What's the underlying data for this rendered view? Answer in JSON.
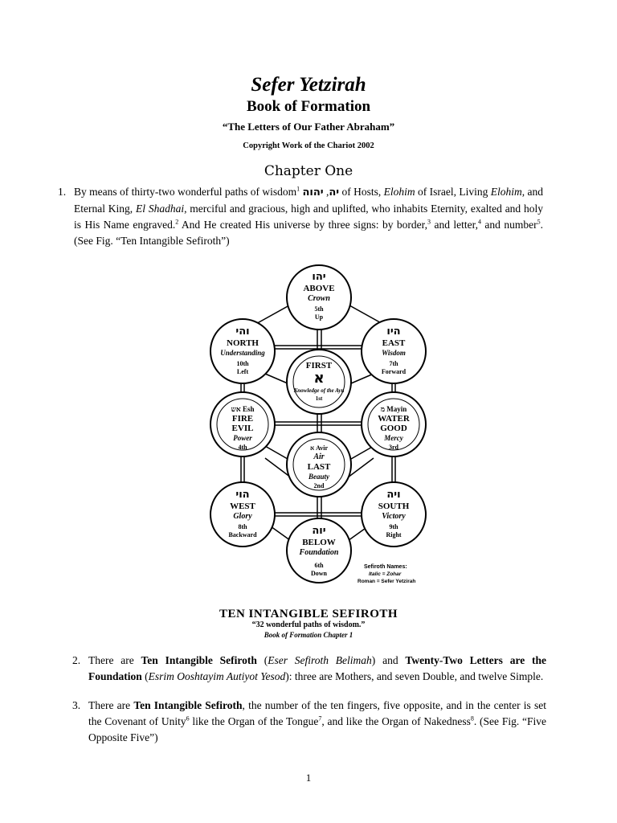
{
  "header": {
    "title": "Sefer Yetzirah",
    "subtitle": "Book of Formation",
    "quote": "“The Letters of Our Father Abraham”",
    "copyright": "Copyright Work of the Chariot 2002",
    "chapter": "Chapter One"
  },
  "paragraph1": {
    "number": "1.",
    "t1": "By means of thirty-two wonderful paths of wisdom",
    "fn1": "1",
    "heb1": "יה",
    "sep": ", ",
    "heb2": "יהוה",
    "t2": " of Hosts, ",
    "elohim": "Elohim",
    "t3": " of Israel, Living ",
    "elohim2": "Elohim",
    "t4": ", and Eternal King, ",
    "elshadhai": "El Shadhai",
    "t5": ", merciful and gracious, high and uplifted, who inhabits Eternity, exalted and holy is His Name engraved.",
    "fn2": "2",
    "t6": " And He created His universe by three signs: by border,",
    "fn3": "3",
    "t7": " and letter,",
    "fn4": "4",
    "t8": " and number",
    "fn5": "5",
    "t9": ". (See Fig. “Ten Intangible Sefiroth”)"
  },
  "diagram": {
    "nodes": [
      {
        "heb": "יהו",
        "name": "ABOVE",
        "sub": "Crown",
        "ord": "5th",
        "dir": "Up"
      },
      {
        "heb": "והי",
        "name": "NORTH",
        "sub": "Understanding",
        "ord": "10th",
        "dir": "Left"
      },
      {
        "heb": "היו",
        "name": "EAST",
        "sub": "Wisdom",
        "ord": "7th",
        "dir": "Forward"
      },
      {
        "heb": "",
        "name": "FIRST",
        "sub": "Knowledge of the Ayn",
        "ord": "1st",
        "dir": ""
      },
      {
        "heb": "אש Esh",
        "name": "FIRE",
        "sub2": "EVIL",
        "sub": "Power",
        "ord": "4th",
        "dir": ""
      },
      {
        "heb": "מ Mayin",
        "name": "WATER",
        "sub2": "GOOD",
        "sub": "Mercy",
        "ord": "3rd",
        "dir": ""
      },
      {
        "heb": "א Avir",
        "name": "Air",
        "sub2": "LAST",
        "sub": "Beauty",
        "ord": "2nd",
        "dir": ""
      },
      {
        "heb": "הוי",
        "name": "WEST",
        "sub": "Glory",
        "ord": "8th",
        "dir": "Backward"
      },
      {
        "heb": "ויה",
        "name": "SOUTH",
        "sub": "Victory",
        "ord": "9th",
        "dir": "Right"
      },
      {
        "heb": "יוה",
        "name": "BELOW",
        "sub": "Foundation",
        "ord": "6th",
        "dir": "Down"
      }
    ],
    "legend": {
      "l1": "Sefiroth Names:",
      "l2": "Italic = Zohar",
      "l3": "Roman = Sefer Yetzirah"
    }
  },
  "caption": {
    "line1": "TEN INTANGIBLE SEFIROTH",
    "line2": "“32 wonderful paths of wisdom.”",
    "line3": "Book of Formation  Chapter 1"
  },
  "paragraph2": {
    "number": "2.",
    "t1": "There are ",
    "b1": "Ten Intangible Sefiroth",
    "t2": " (",
    "i1": "Eser Sefiroth Belimah",
    "t3": ") and ",
    "b2": "Twenty-Two Letters are the Foundation",
    "t4": " (",
    "i2": "Esrim Ooshtayim Autiyot Yesod",
    "t5": "): three are Mothers, and seven Double, and twelve Simple."
  },
  "paragraph3": {
    "number": "3.",
    "t1": "There are ",
    "b1": "Ten Intangible Sefiroth",
    "t2": ", the number of the ten fingers, five opposite, and in the center is set the Covenant of Unity",
    "fn6": "6",
    "t3": " like the Organ of the Tongue",
    "fn7": "7",
    "t4": ", and like the Organ of Nakedness",
    "fn8": "8",
    "t5": ". (See Fig. “Five Opposite Five”)"
  },
  "page_number": "1"
}
